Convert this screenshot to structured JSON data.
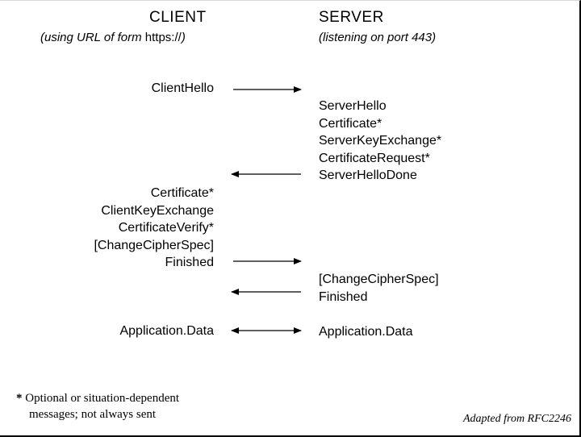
{
  "client": {
    "title": "CLIENT",
    "subtitle_prefix": "(using URL of form ",
    "subtitle_url": "https://",
    "subtitle_suffix": ")"
  },
  "server": {
    "title": "SERVER",
    "subtitle": "(listening on port 443)"
  },
  "messages": {
    "client_hello": "ClientHello",
    "server_group": [
      "ServerHello",
      "Certificate*",
      "ServerKeyExchange*",
      "CertificateRequest*",
      "ServerHelloDone"
    ],
    "client_group": [
      "Certificate*",
      "ClientKeyExchange",
      "CertificateVerify*",
      "[ChangeCipherSpec]",
      "Finished"
    ],
    "server_finish": [
      "[ChangeCipherSpec]",
      "Finished"
    ],
    "client_app_data": "Application.Data",
    "server_app_data": "Application.Data"
  },
  "footnote": {
    "star": "*",
    "line1": " Optional or situation-dependent",
    "line2": "messages; not always sent"
  },
  "credit": "Adapted from RFC2246"
}
